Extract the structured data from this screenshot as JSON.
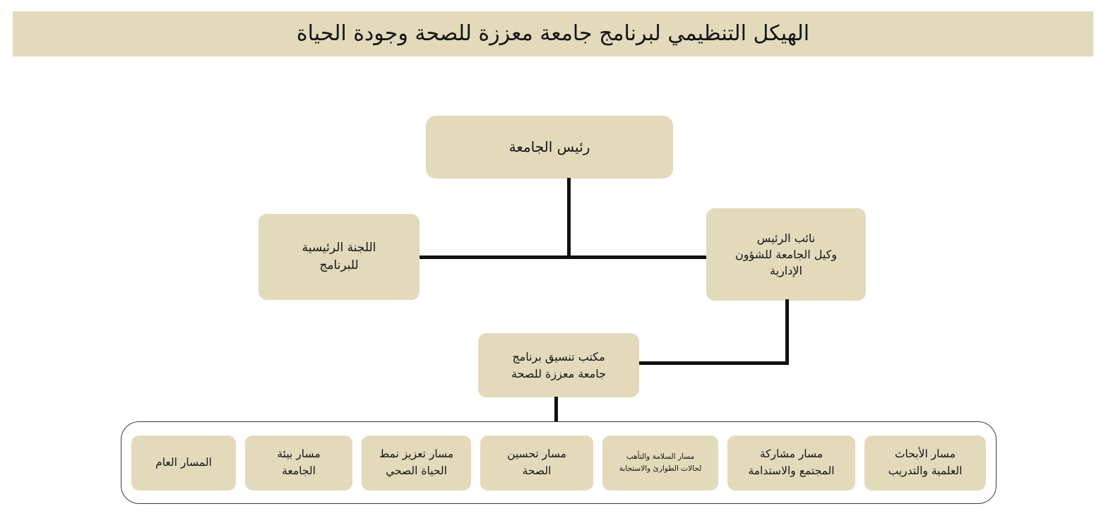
{
  "header": {
    "title": "الهيكل التنظيمي لبرنامج جامعة معززة للصحة وجودة الحياة"
  },
  "colors": {
    "box_fill": "#e2dabb",
    "header_band": "#e2dabb",
    "connector": "#111111",
    "frame_border": "#3c3c3c",
    "text": "#151515",
    "background": "#ffffff"
  },
  "chart_data": {
    "type": "org-chart",
    "title": "الهيكل التنظيمي لبرنامج جامعة معززة للصحة وجودة الحياة",
    "levels": 4,
    "nodes": [
      {
        "id": "president",
        "label": "رئيس الجامعة",
        "level": 1
      },
      {
        "id": "committee",
        "label": "اللجنة الرئيسية للبرنامج",
        "level": 2
      },
      {
        "id": "vice_president",
        "label": "نائب الرئيس وكيل الجامعة للشؤون الإدارية",
        "level": 2
      },
      {
        "id": "office",
        "label": "مكتب تنسيق برنامج جامعة معززة للصحة",
        "level": 3
      },
      {
        "id": "track_general",
        "label": "المسار العام",
        "level": 4
      },
      {
        "id": "track_environment",
        "label": "مسار بيئة الجامعة",
        "level": 4
      },
      {
        "id": "track_lifestyle",
        "label": "مسار تعزيز نمط الحياة الصحي",
        "level": 4
      },
      {
        "id": "track_health",
        "label": "مسار تحسين الصحة",
        "level": 4
      },
      {
        "id": "track_safety",
        "label": "مسار السلامة والتأهب لحالات الطوارئ والاستجابة",
        "level": 4
      },
      {
        "id": "track_community",
        "label": "مسار مشاركة المجتمع والاستدامة",
        "level": 4
      },
      {
        "id": "track_research",
        "label": "مسار الأبحاث العلمية والتدريب",
        "level": 4
      }
    ],
    "edges": [
      {
        "from": "president",
        "to": "committee"
      },
      {
        "from": "president",
        "to": "vice_president"
      },
      {
        "from": "vice_president",
        "to": "office"
      },
      {
        "from": "office",
        "to": "tracks_group"
      }
    ]
  },
  "nodes": {
    "president": {
      "lines": [
        "رئيس الجامعة"
      ]
    },
    "committee": {
      "lines": [
        "اللجنة الرئيسية",
        "للبرنامج"
      ]
    },
    "vice_president": {
      "lines": [
        "نائب الرئيس",
        "وكيل الجامعة للشؤون",
        "الإدارية"
      ]
    },
    "office": {
      "lines": [
        "مكتب تنسيق برنامج",
        "جامعة معززة للصحة"
      ]
    }
  },
  "tracks": [
    {
      "id": "track-general",
      "lines": [
        "المسار العام"
      ]
    },
    {
      "id": "track-environment",
      "lines": [
        "مسار بيئة",
        "الجامعة"
      ]
    },
    {
      "id": "track-lifestyle",
      "lines": [
        "مسار تعزيز نمط",
        "الحياة الصحي"
      ]
    },
    {
      "id": "track-health",
      "lines": [
        "مسار تحسين",
        "الصحة"
      ]
    },
    {
      "id": "track-safety",
      "lines": [
        "مسار السلامة والتأهب",
        "لحالات الطوارئ والاستجابة"
      ]
    },
    {
      "id": "track-community",
      "lines": [
        "مسار مشاركة",
        "المجتمع والاستدامة"
      ]
    },
    {
      "id": "track-research",
      "lines": [
        "مسار الأبحاث",
        "العلمية والتدريب"
      ]
    }
  ]
}
